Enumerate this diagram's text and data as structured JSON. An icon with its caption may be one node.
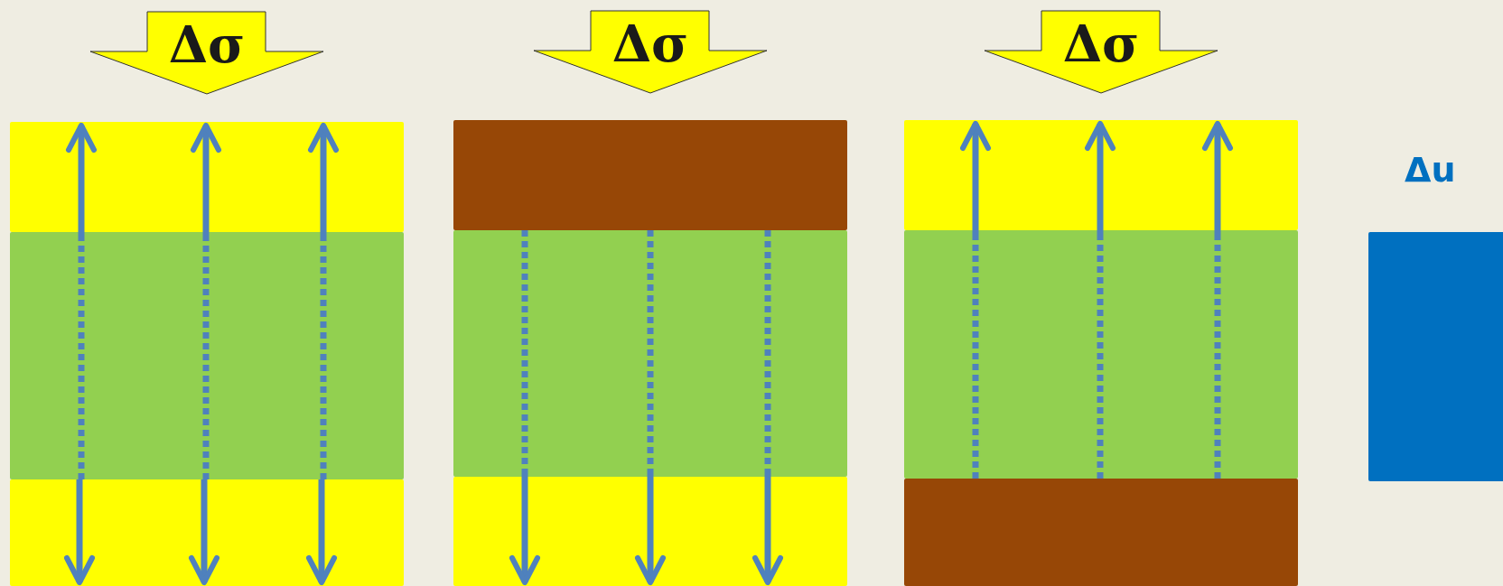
{
  "diagram": {
    "nodes": [
      {
        "text": [
          "Δσ"
        ]
      },
      {
        "text": [
          "Δσ"
        ]
      },
      {
        "text": [
          "Δσ"
        ]
      },
      {
        "text": [],
        "shape": "box"
      },
      {
        "text": [],
        "shape": "box"
      },
      {
        "text": [],
        "shape": "box"
      },
      {
        "text": [],
        "shape": "box"
      },
      {
        "text": [],
        "shape": "box"
      },
      {
        "text": [],
        "shape": "box"
      },
      {
        "text": [],
        "shape": "box"
      },
      {
        "text": [],
        "shape": "box"
      },
      {
        "text": [],
        "shape": "box"
      },
      {
        "text": [],
        "shape": "box"
      }
    ],
    "edges": [
      {
        "from": 4,
        "to": 3,
        "arrow": "to",
        "style": "dashed"
      },
      {
        "from": 4,
        "to": 3,
        "arrow": "to",
        "style": "dashed"
      },
      {
        "from": 4,
        "to": 3,
        "arrow": "to",
        "style": "dashed"
      },
      {
        "from": 4,
        "to": 5,
        "arrow": "to"
      },
      {
        "from": 4,
        "to": 5,
        "arrow": "to"
      },
      {
        "from": 4,
        "to": 5,
        "arrow": "to"
      },
      {
        "from": 7,
        "to": 8,
        "arrow": "to",
        "style": "dashed"
      },
      {
        "from": 7,
        "to": 8,
        "arrow": "to",
        "style": "dashed"
      },
      {
        "from": 7,
        "to": 8,
        "arrow": "to",
        "style": "dashed"
      },
      {
        "from": 10,
        "to": 9,
        "arrow": "to",
        "style": "dashed"
      },
      {
        "from": 10,
        "to": 9,
        "arrow": "to",
        "style": "dashed"
      },
      {
        "from": 10,
        "to": 9,
        "arrow": "to",
        "style": "dashed"
      }
    ],
    "labels": [
      "Δu"
    ]
  }
}
